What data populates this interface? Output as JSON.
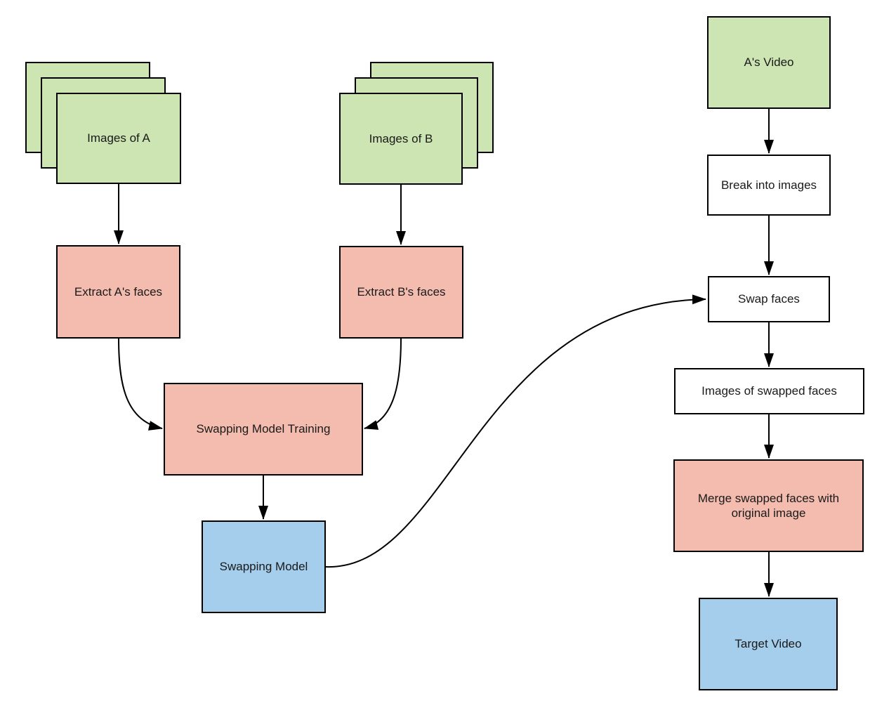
{
  "diagram": {
    "type": "flowchart",
    "colors": {
      "node_green": "#cce5b2",
      "node_red": "#f4bcae",
      "node_blue": "#a5cdec",
      "node_white": "#ffffff",
      "border": "#000000",
      "arrow": "#000000",
      "background": "#ffffff"
    },
    "nodes": {
      "images_of_a": {
        "label": "Images of A",
        "color": "green",
        "shape": "stacked-pages"
      },
      "images_of_b": {
        "label": "Images of B",
        "color": "green",
        "shape": "stacked-pages"
      },
      "extract_a_faces": {
        "label": "Extract A's faces",
        "color": "red"
      },
      "extract_b_faces": {
        "label": "Extract B's faces",
        "color": "red"
      },
      "swapping_model_training": {
        "label": "Swapping Model Training",
        "color": "red"
      },
      "swapping_model": {
        "label": "Swapping Model",
        "color": "blue"
      },
      "a_video": {
        "label": "A's Video",
        "color": "green"
      },
      "break_into_images": {
        "label": "Break into images",
        "color": "white"
      },
      "swap_faces": {
        "label": "Swap faces",
        "color": "white"
      },
      "images_of_swapped_faces": {
        "label": "Images of swapped faces",
        "color": "white"
      },
      "merge_swapped_faces": {
        "label": "Merge swapped faces with original image",
        "color": "red"
      },
      "target_video": {
        "label": "Target Video",
        "color": "blue"
      }
    },
    "edges": [
      {
        "from": "images_of_a",
        "to": "extract_a_faces",
        "style": "straight"
      },
      {
        "from": "images_of_b",
        "to": "extract_b_faces",
        "style": "straight"
      },
      {
        "from": "extract_a_faces",
        "to": "swapping_model_training",
        "style": "curved"
      },
      {
        "from": "extract_b_faces",
        "to": "swapping_model_training",
        "style": "curved"
      },
      {
        "from": "swapping_model_training",
        "to": "swapping_model",
        "style": "straight"
      },
      {
        "from": "swapping_model",
        "to": "swap_faces",
        "style": "s-curve"
      },
      {
        "from": "a_video",
        "to": "break_into_images",
        "style": "straight"
      },
      {
        "from": "break_into_images",
        "to": "swap_faces",
        "style": "straight"
      },
      {
        "from": "swap_faces",
        "to": "images_of_swapped_faces",
        "style": "straight"
      },
      {
        "from": "images_of_swapped_faces",
        "to": "merge_swapped_faces",
        "style": "straight"
      },
      {
        "from": "merge_swapped_faces",
        "to": "target_video",
        "style": "straight"
      }
    ]
  }
}
